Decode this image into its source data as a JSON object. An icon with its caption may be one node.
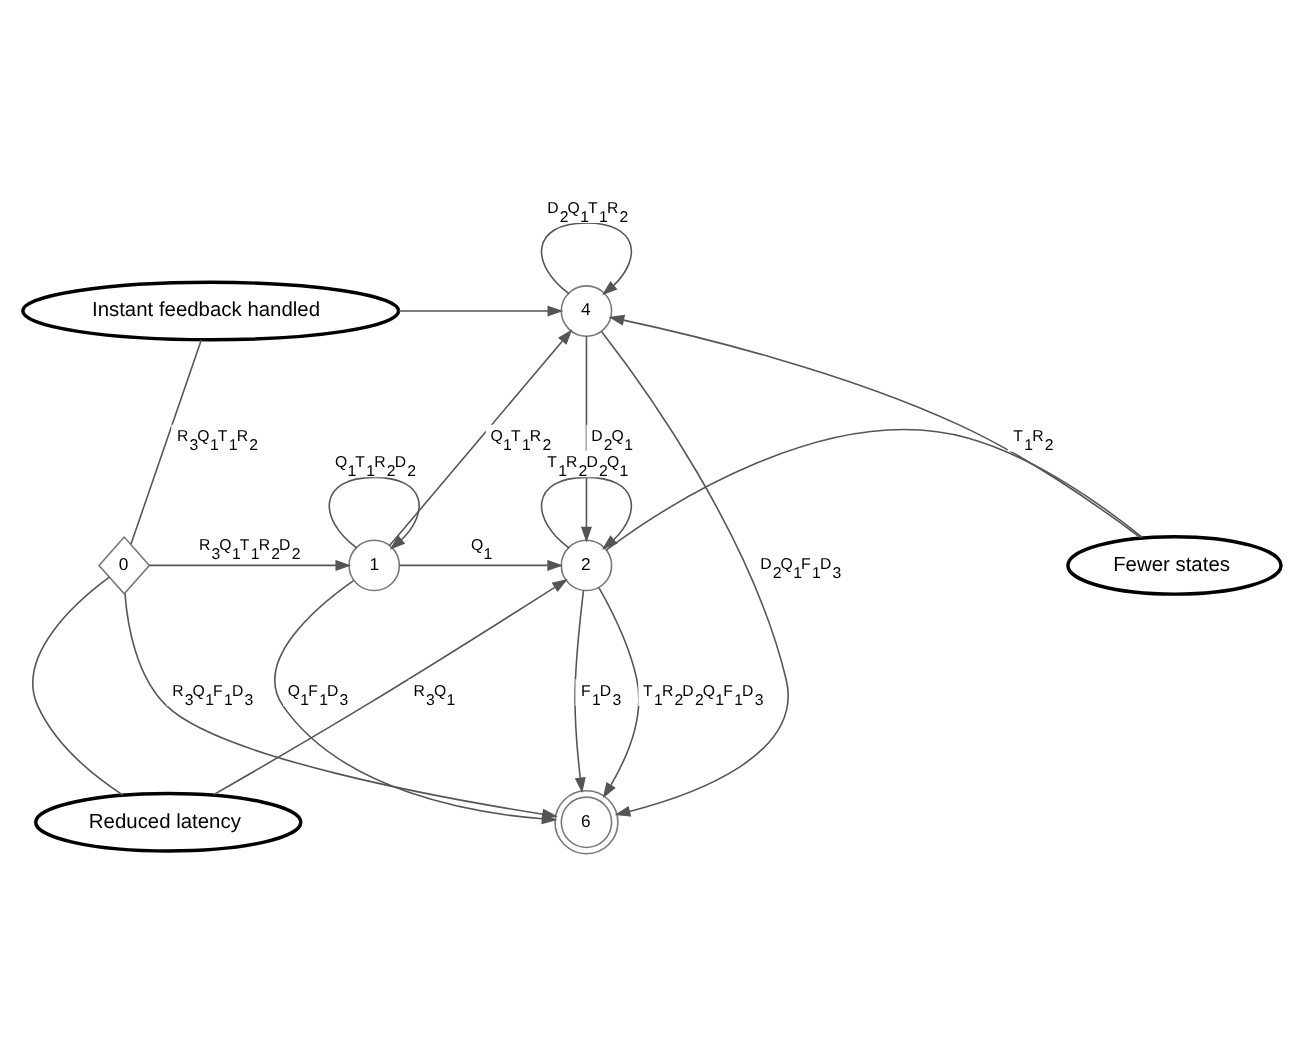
{
  "diagram": {
    "nodes": [
      {
        "text": [
          "Instant feedback handled"
        ]
      },
      {
        "text": [
          "4"
        ]
      },
      {
        "text": [
          "0"
        ]
      },
      {
        "text": [
          "1"
        ]
      },
      {
        "text": [
          "2"
        ]
      },
      {
        "text": [
          "Fewer states"
        ]
      },
      {
        "text": [
          "Reduced latency"
        ]
      },
      {
        "text": [
          "6"
        ]
      }
    ],
    "edges": [
      {
        "from": 2,
        "to": 0,
        "arrow": "none",
        "label": "R$_{3}$Q$_{1}$T$_{1}$R$_{2}$"
      },
      {
        "from": 0,
        "to": 1,
        "arrow": "to"
      },
      {
        "from": 1,
        "to": 1,
        "arrow": "to",
        "label": "D$_{2}$Q$_{1}$T$_{1}$R$_{2}$"
      },
      {
        "from": 3,
        "to": 1,
        "arrow": "to",
        "label": "Q$_{1}$T$_{1}$R$_{2}$"
      },
      {
        "from": 3,
        "to": 3,
        "arrow": "to",
        "label": "Q$_{1}$T$_{1}$R$_{2}$D$_{2}$"
      },
      {
        "from": 2,
        "to": 3,
        "arrow": "to",
        "label": "R$_{3}$Q$_{1}$T$_{1}$R$_{2}$D$_{2}$"
      },
      {
        "from": 3,
        "to": 4,
        "arrow": "to",
        "label": "Q$_{1}$"
      },
      {
        "from": 1,
        "to": 4,
        "arrow": "to",
        "label": "D$_{2}$Q$_{1}$"
      },
      {
        "from": 4,
        "to": 4,
        "arrow": "to",
        "label": "T$_{1}$R$_{2}$D$_{2}$Q$_{1}$"
      },
      {
        "from": 4,
        "to": 5,
        "arrow": "none"
      },
      {
        "from": 5,
        "to": 1,
        "arrow": "to",
        "label": "T$_{1}$R$_{2}$"
      },
      {
        "from": 2,
        "to": 6,
        "arrow": "none"
      },
      {
        "from": 6,
        "to": 4,
        "arrow": "to",
        "label": "R$_{3}$Q$_{1}$"
      },
      {
        "from": 3,
        "to": 7,
        "arrow": "to",
        "label": "Q$_{1}$F$_{1}$D$_{3}$"
      },
      {
        "from": 4,
        "to": 7,
        "arrow": "to",
        "label": "F$_{1}$D$_{3}$"
      },
      {
        "from": 4,
        "to": 7,
        "arrow": "to",
        "label": "T$_{1}$R$_{2}$D$_{2}$Q$_{1}$F$_{1}$D$_{3}$"
      },
      {
        "from": 1,
        "to": 7,
        "arrow": "to",
        "label": "D$_{2}$Q$_{1}$F$_{1}$D$_{3}$"
      },
      {
        "from": 2,
        "to": 7,
        "arrow": "to",
        "label": "R$_{3}$Q$_{1}$F$_{1}$D$_{3}$"
      }
    ]
  }
}
